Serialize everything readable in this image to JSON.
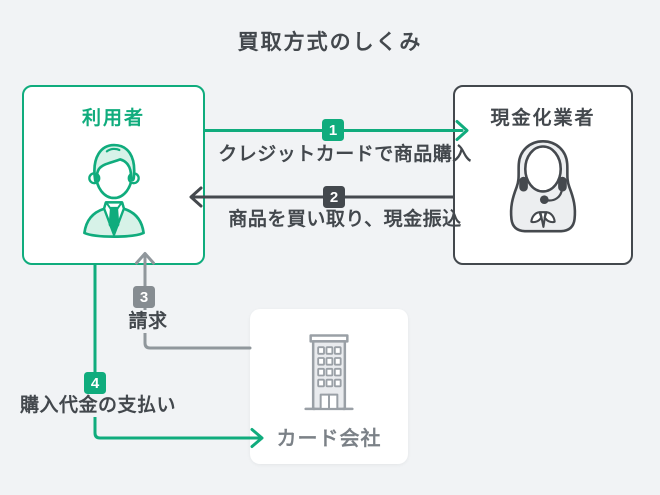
{
  "page": {
    "title": "買取方式のしくみ"
  },
  "colors": {
    "bg": "#f1f3f5",
    "green": "#10ac7d",
    "dark": "#43484d",
    "gray_line": "#90979c",
    "gray_badge": "#868c91",
    "muted_text": "#7b8187"
  },
  "nodes": {
    "user": {
      "label": "利用者"
    },
    "cash_buyer": {
      "label": "現金化業者"
    },
    "card_company": {
      "label": "カード会社"
    }
  },
  "flows": [
    {
      "step": "1",
      "label": "クレジットカードで商品購入",
      "from": "利用者",
      "to": "現金化業者",
      "color": "#10ac7d"
    },
    {
      "step": "2",
      "label": "商品を買い取り、現金振込",
      "from": "現金化業者",
      "to": "利用者",
      "color": "#43484d"
    },
    {
      "step": "3",
      "label": "請求",
      "from": "カード会社",
      "to": "利用者",
      "color": "#90979c"
    },
    {
      "step": "4",
      "label": "購入代金の支払い",
      "from": "利用者",
      "to": "カード会社",
      "color": "#10ac7d"
    }
  ]
}
